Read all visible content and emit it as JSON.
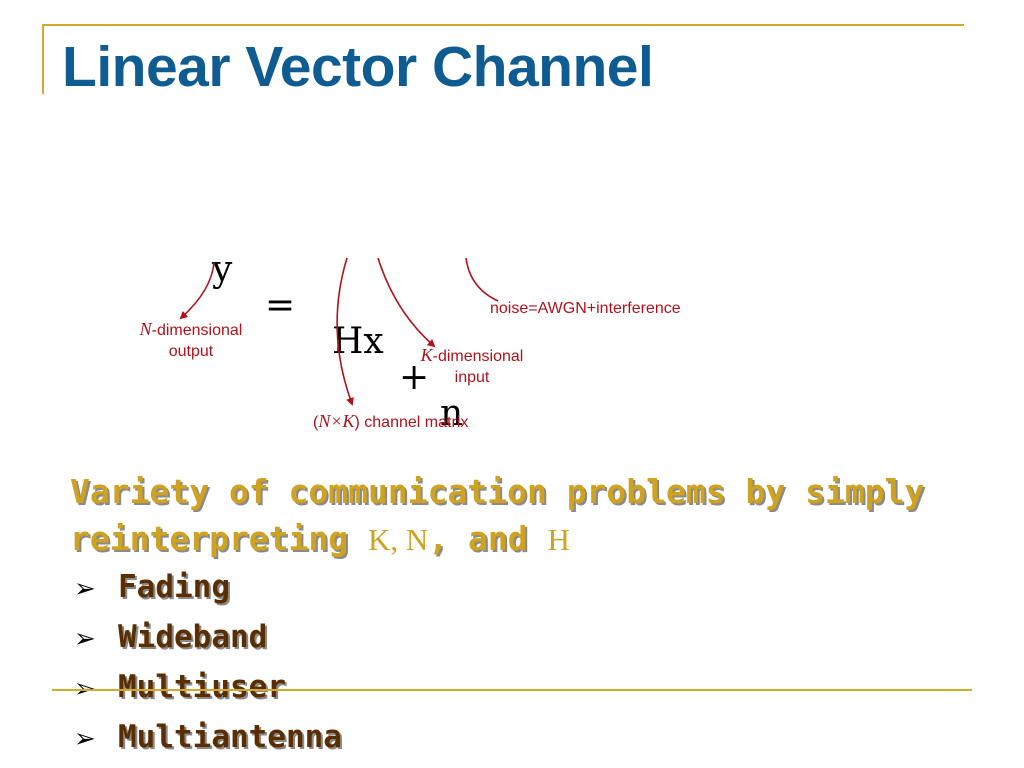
{
  "colors": {
    "accent": "#D4A82B",
    "title": "#0F5C92",
    "note": "#B0121B",
    "body": "#CFA21F",
    "bullet_text": "#5A2E00"
  },
  "slide": {
    "title": "Linear Vector Channel",
    "equation": {
      "y": "y",
      "equals": "=",
      "hx": "Hx",
      "plus": "+",
      "n": "n"
    },
    "annotations": {
      "output": {
        "var": "N",
        "line1_suffix": "-dimensional",
        "line2": "output"
      },
      "input": {
        "var": "K",
        "line1_suffix": "-dimensional",
        "line2": "input"
      },
      "noise": "noise=AWGN+interference",
      "matrix": {
        "open": "(",
        "dims": "N×K",
        "close": ")",
        "suffix": " channel matrix"
      }
    },
    "body": {
      "line1": "Variety of communication problems by simply",
      "line2_start": "reinterpreting ",
      "symbols": "K, N",
      "middle": ", and ",
      "symbol_h": "H"
    },
    "bullets": [
      {
        "icon": "arrowhead-bullet-icon",
        "label": "Fading"
      },
      {
        "icon": "arrowhead-bullet-icon",
        "label": "Wideband"
      },
      {
        "icon": "arrowhead-bullet-icon",
        "label": "Multiuser"
      },
      {
        "icon": "arrowhead-bullet-icon",
        "label": "Multiantenna"
      }
    ]
  }
}
